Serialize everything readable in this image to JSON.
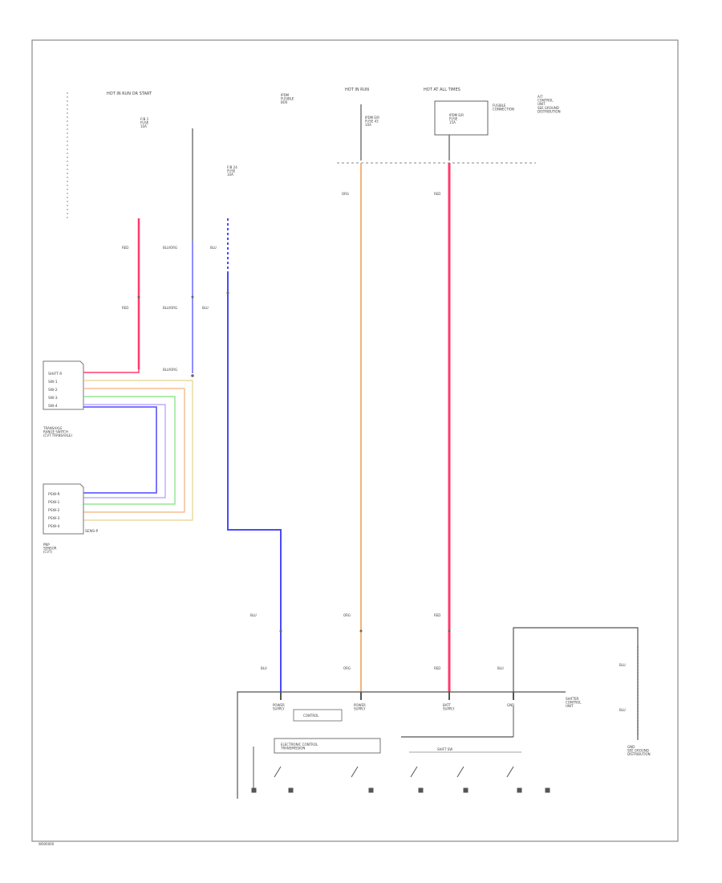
{
  "labels": {
    "hot_run_start": "HOT IN RUN OR START",
    "hot_at_all_times": "HOT AT ALL TIMES",
    "hot_in_run": "HOT IN RUN",
    "fuse_top_left": "F/B 2\nFUSE\n10A",
    "fuse_mid": "F/B 24\nFUSE\n10A",
    "fuse_center": "IPDM E/R\nFUSE 43\n10A",
    "fuse_box_text": "IPDM E/R\nFUSE\n15A",
    "fuse_box_side": "FUSIBLE\nCONNECTION",
    "ipdm_label": "IPDM\nFUSIBLE\nBOX",
    "right_note": "A/T\nCONTROL\nUNIT\nSEE GROUND\nDISTRIBUTION",
    "tcm_title": "TRANSAXLE\nRANGE SWITCH\n(CVT TRANSAXLE)",
    "tcm_pins": [
      "SHIFT R",
      "SW-1",
      "SW-2",
      "SW-3",
      "SW-4"
    ],
    "sensor_title": "PNP\nSENSOR\n(CVT)",
    "sensor_pins": [
      "PSW-R",
      "PSW-1",
      "PSW-2",
      "PSW-3",
      "PSW-4",
      "SENS-P"
    ],
    "unit_title": "SHIFTER\nCONTROL\nUNIT",
    "unit_pins": [
      "POWER\nSUPPLY",
      "POWER\nSUPPLY",
      "BATT\nSUPPLY",
      "GND"
    ],
    "internal_block_1": "CONTROL",
    "internal_block_2": "ELECTRONIC CONTROL\nTRANSMISSION",
    "internal_block_3": "SHIFT SW",
    "wire_colors": {
      "red": "RED",
      "blu_org": "BLU/ORG",
      "blu": "BLU",
      "org": "ORG",
      "red_b": "RED"
    },
    "ground_label": "GND\nSEE GROUND\nDISTRIBUTION",
    "footer": "W000000"
  },
  "colors": {
    "red": "#ff3b6b",
    "blue": "#4a4aff",
    "orange": "#f5b27a",
    "green": "#7ee07e",
    "yellow": "#e4d48a",
    "purple": "#b49bff",
    "frame": "#8a8a8a",
    "line": "#555555"
  }
}
